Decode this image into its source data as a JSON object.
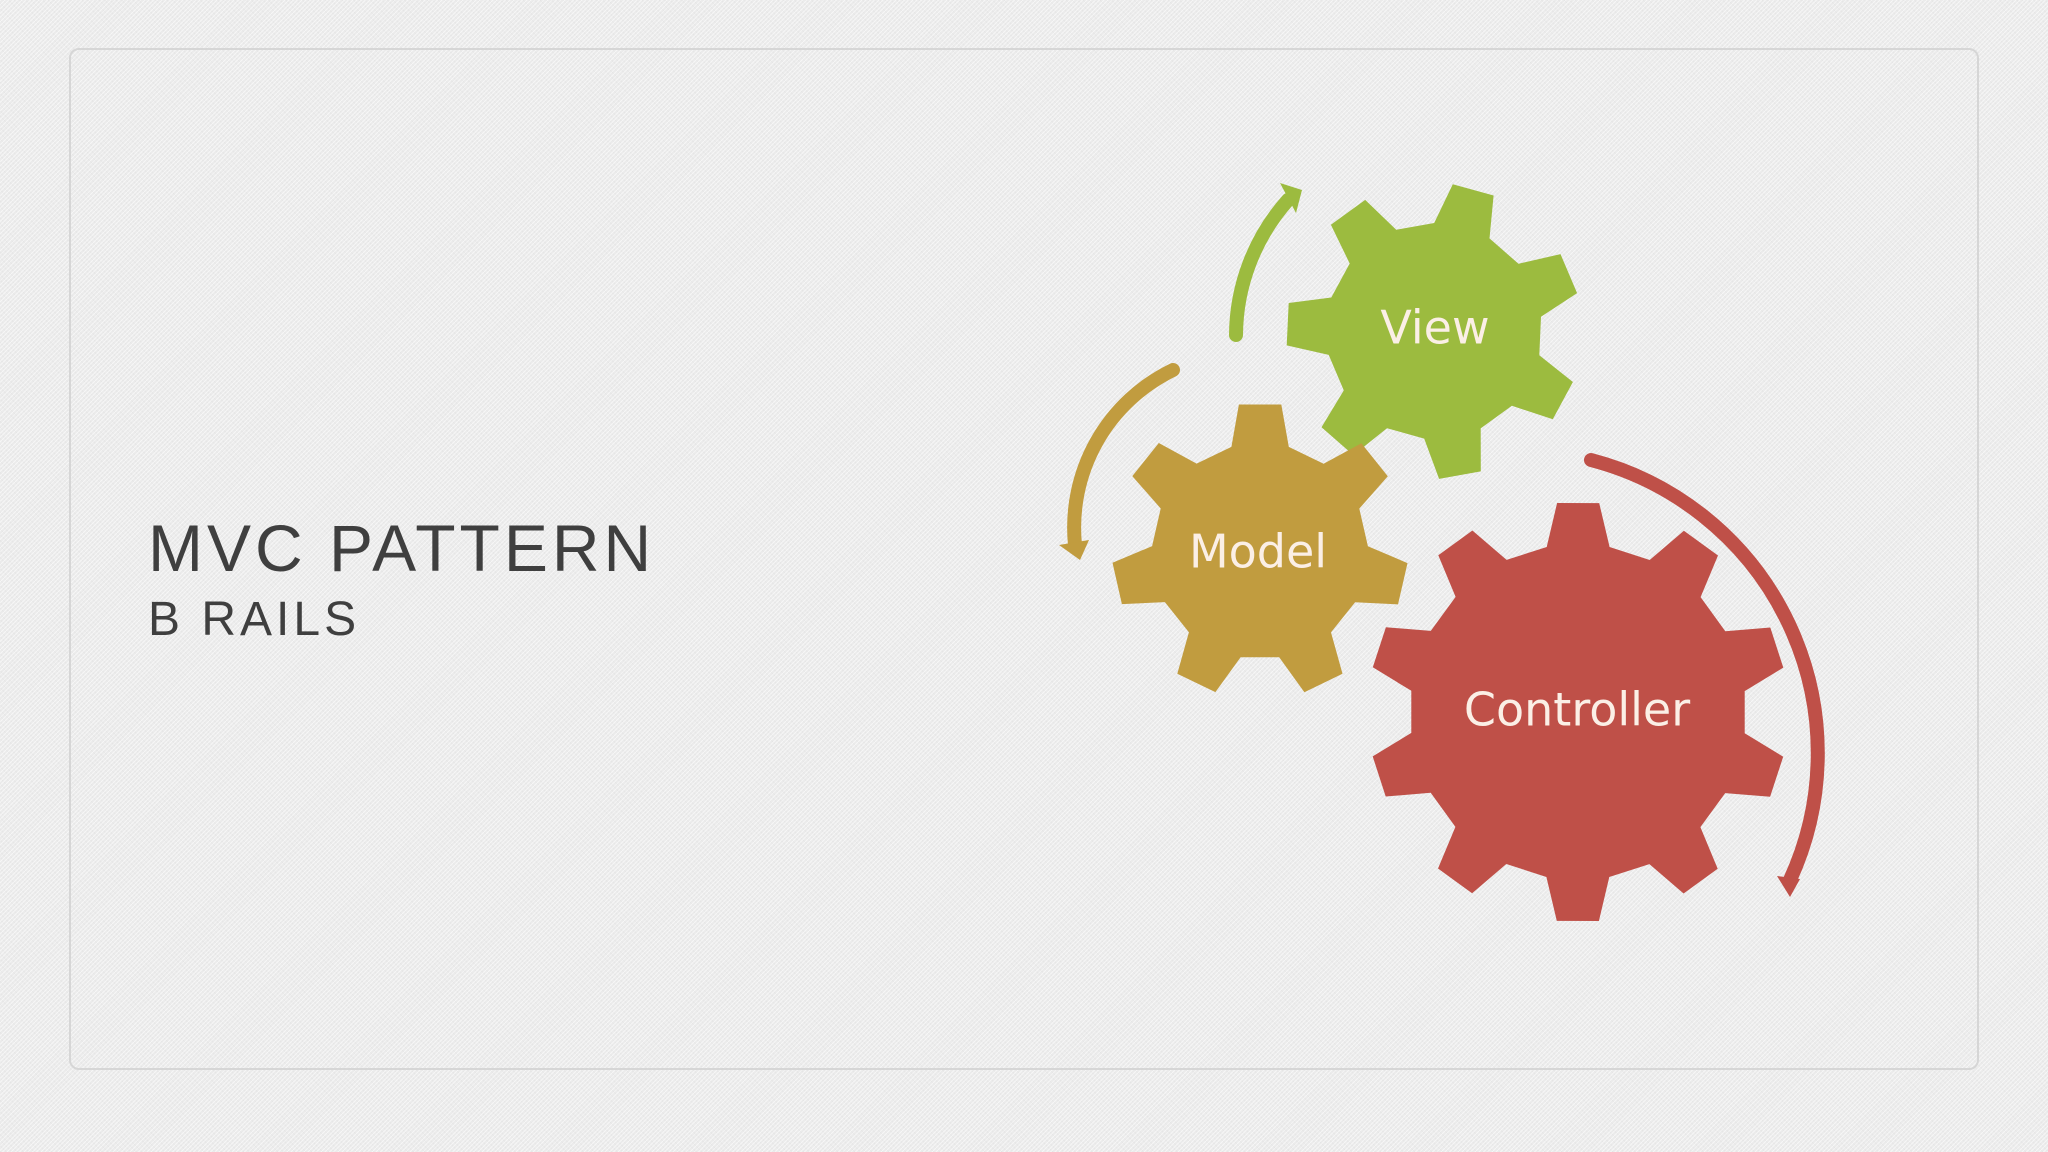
{
  "slide": {
    "title": "MVC PATTERN",
    "subtitle": "B RAILS"
  },
  "diagram": {
    "gears": [
      {
        "id": "view",
        "label": "View",
        "color": "#9cbb3f"
      },
      {
        "id": "model",
        "label": "Model",
        "color": "#c19c3f"
      },
      {
        "id": "controller",
        "label": "Controller",
        "color": "#bf5048"
      }
    ],
    "arrow_colors": {
      "view": "#9cbb3f",
      "model": "#c19c3f",
      "controller": "#bf5048"
    }
  }
}
